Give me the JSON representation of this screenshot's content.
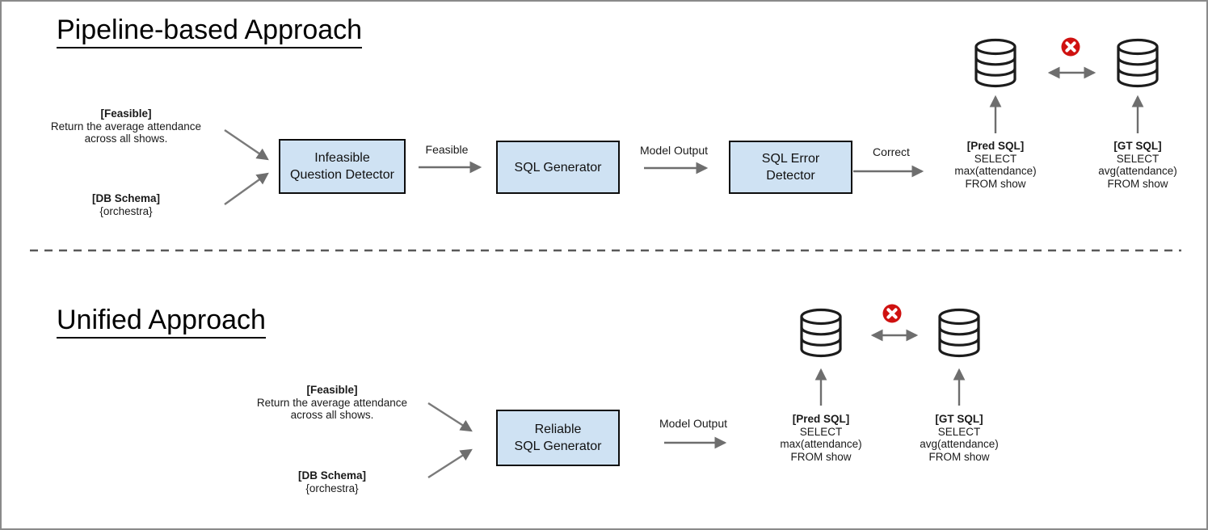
{
  "pipeline": {
    "title": "Pipeline-based Approach",
    "question_input": {
      "tag": "[Feasible]",
      "line1": "Return the average attendance",
      "line2": "across all shows."
    },
    "schema_input": {
      "tag": "[DB Schema]",
      "value": "{orchestra}"
    },
    "boxes": {
      "infeasible_detector": {
        "line1": "Infeasible",
        "line2": "Question Detector"
      },
      "sql_generator": {
        "line1": "SQL Generator"
      },
      "sql_error_detector": {
        "line1": "SQL Error",
        "line2": "Detector"
      }
    },
    "arrows": {
      "feasible": "Feasible",
      "model_output": "Model Output",
      "correct": "Correct"
    },
    "pred_sql": {
      "tag": "[Pred SQL]",
      "line1": "SELECT",
      "line2": "max(attendance)",
      "line3": "FROM show"
    },
    "gt_sql": {
      "tag": "[GT SQL]",
      "line1": "SELECT",
      "line2": "avg(attendance)",
      "line3": "FROM show"
    }
  },
  "unified": {
    "title": "Unified Approach",
    "question_input": {
      "tag": "[Feasible]",
      "line1": "Return the average attendance",
      "line2": "across all shows."
    },
    "schema_input": {
      "tag": "[DB Schema]",
      "value": "{orchestra}"
    },
    "boxes": {
      "reliable_generator": {
        "line1": "Reliable",
        "line2": "SQL Generator"
      }
    },
    "arrows": {
      "model_output": "Model Output"
    },
    "pred_sql": {
      "tag": "[Pred SQL]",
      "line1": "SELECT",
      "line2": "max(attendance)",
      "line3": "FROM show"
    },
    "gt_sql": {
      "tag": "[GT SQL]",
      "line1": "SELECT",
      "line2": "avg(attendance)",
      "line3": "FROM show"
    }
  },
  "icons": {
    "database": "database-icon",
    "error": "error-x-icon",
    "arrow": "arrow-icon"
  },
  "colors": {
    "box_fill": "#cfe2f3",
    "box_border": "#0d0d0d",
    "arrow_gray": "#6e6e6e",
    "error_red": "#cf1110",
    "divider_gray": "#595959",
    "frame_gray": "#8a8a8a"
  }
}
